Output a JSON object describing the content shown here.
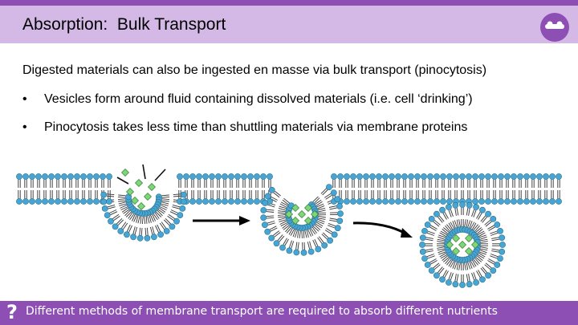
{
  "header": {
    "title": "Absorption:  Bulk Transport",
    "logo_icon": "eye-logo-icon",
    "accent_color": "#8e4fb5",
    "title_bg_color": "#d4b8e6"
  },
  "body": {
    "intro": "Digested materials can also be ingested en masse via bulk transport (pinocytosis)",
    "bullets": [
      "Vesicles form around fluid containing dissolved materials (i.e. cell ‘drinking’)",
      "Pinocytosis takes less time than shuttling materials via membrane proteins"
    ],
    "bullet_symbol": "•"
  },
  "diagram": {
    "stages": [
      "membrane-invagination",
      "vesicle-pinching",
      "free-vesicle"
    ],
    "head_color": "#46a6d3",
    "particle_color": "#7ed67a",
    "arrow_icons": [
      "straight-arrow-icon",
      "curved-arrow-icon"
    ]
  },
  "footer": {
    "icon": "question-mark-icon",
    "text": "Different methods of membrane transport are required to absorb different nutrients"
  }
}
